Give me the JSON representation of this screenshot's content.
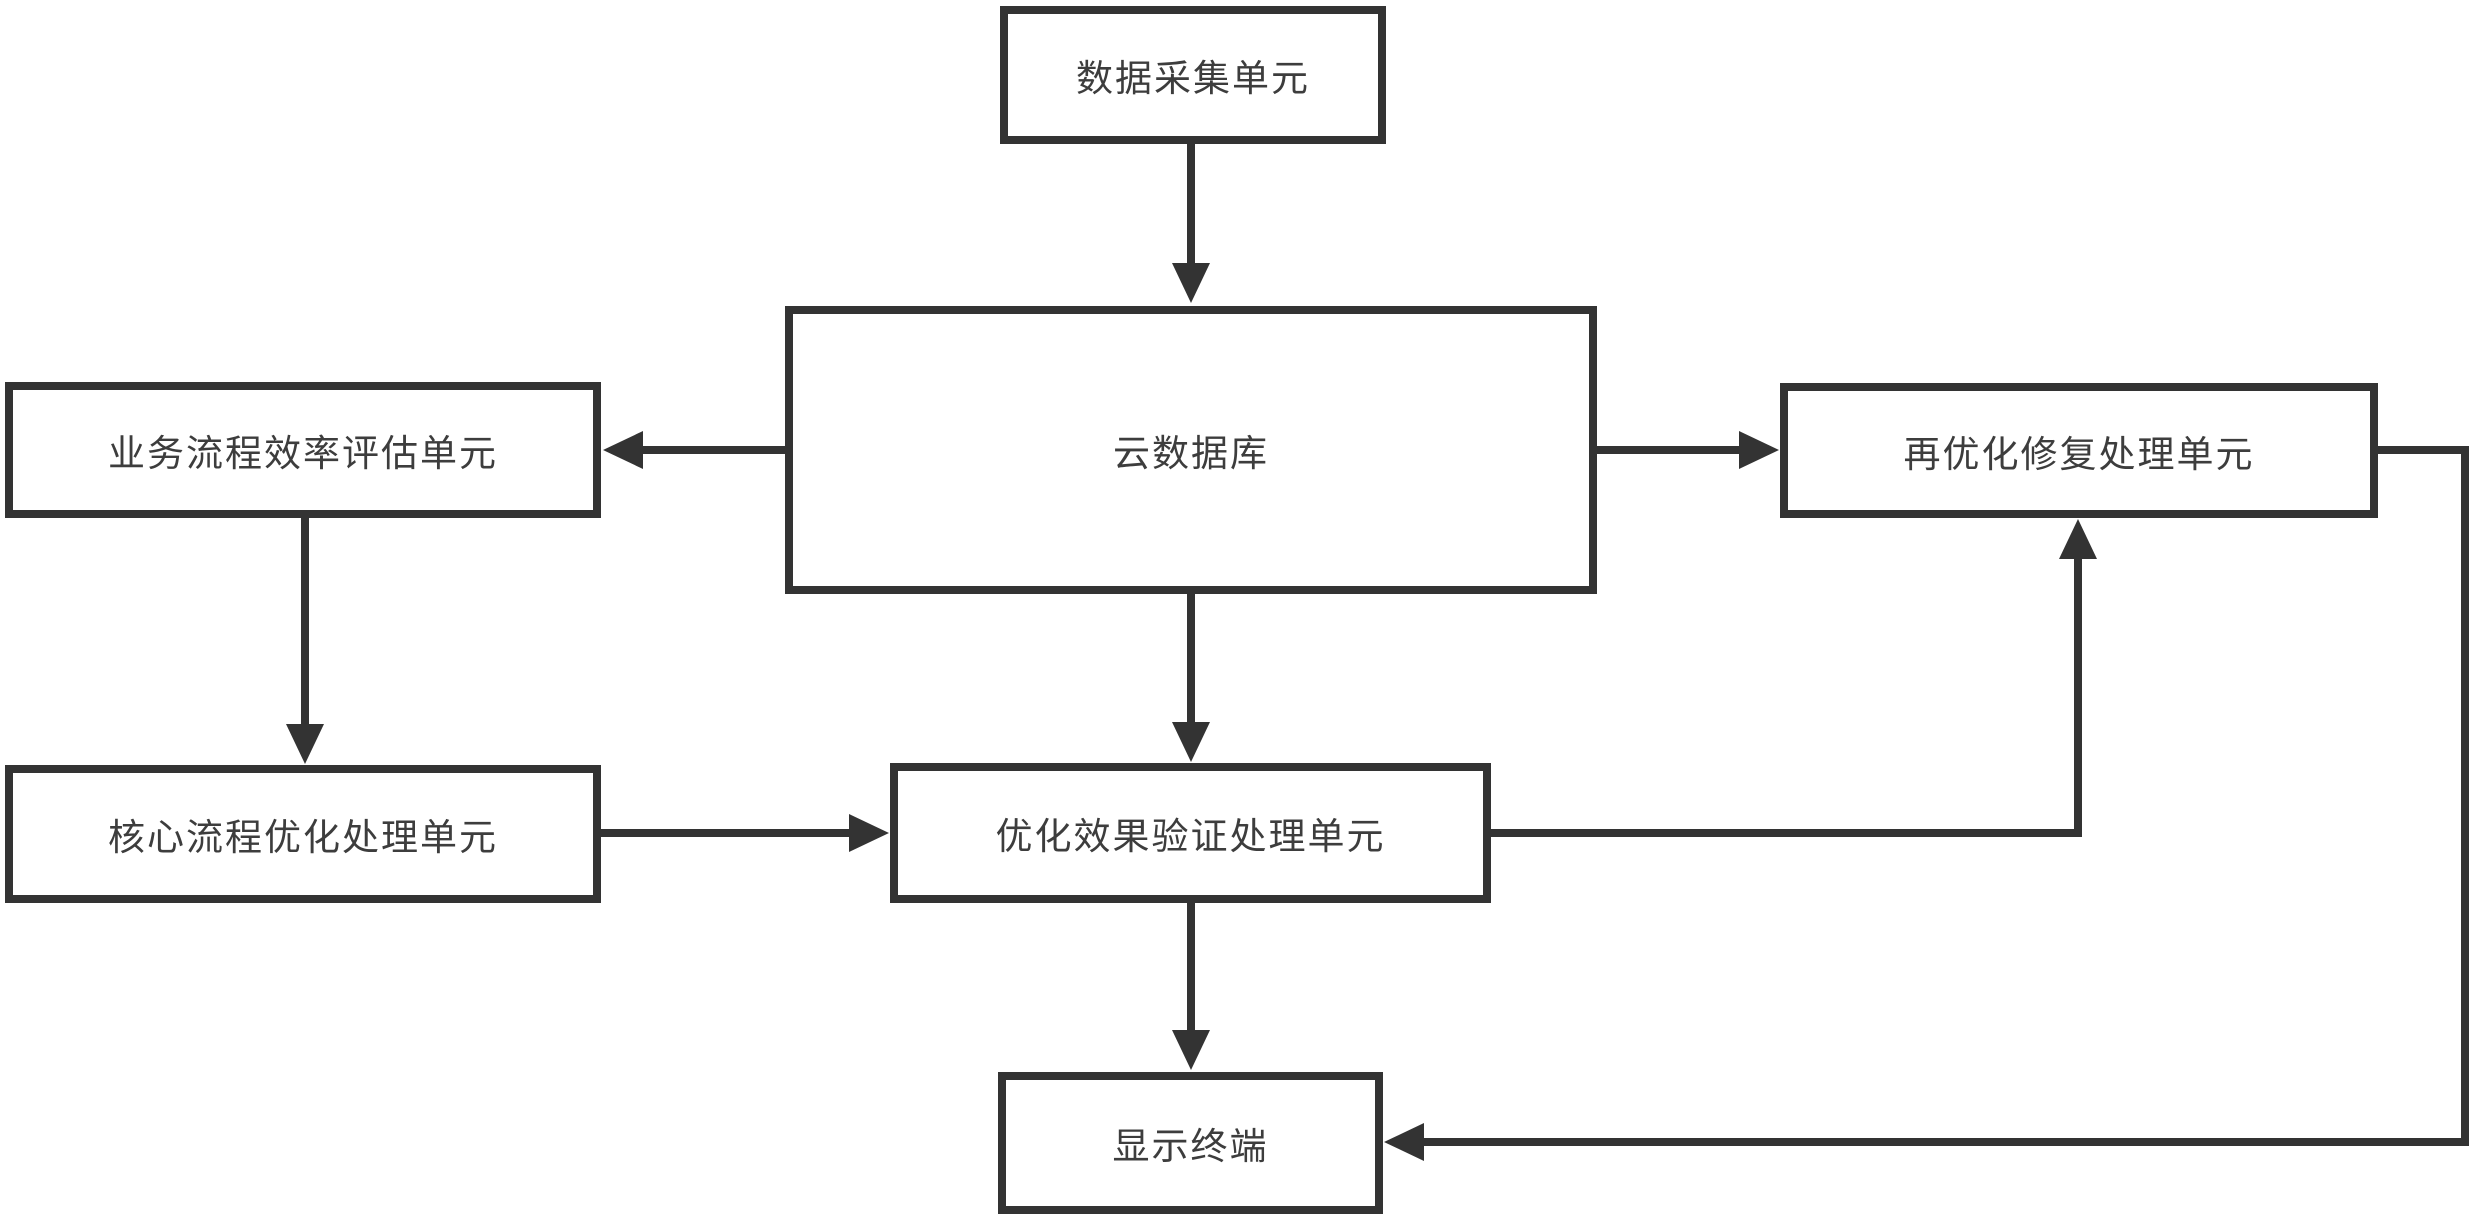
{
  "diagram": {
    "type": "block-flow-diagram",
    "colors": {
      "line": "#333333",
      "node_border": "#333333",
      "text": "#3d3d3d",
      "background": "#ffffff"
    },
    "nodes": [
      {
        "id": "data-collection-unit",
        "label": "数据采集单元"
      },
      {
        "id": "cloud-database",
        "label": "云数据库"
      },
      {
        "id": "process-efficiency-eval-unit",
        "label": "业务流程效率评估单元"
      },
      {
        "id": "reoptimization-repair-unit",
        "label": "再优化修复处理单元"
      },
      {
        "id": "core-process-optimization-unit",
        "label": "核心流程优化处理单元"
      },
      {
        "id": "optimization-verification-unit",
        "label": "优化效果验证处理单元"
      },
      {
        "id": "display-terminal",
        "label": "显示终端"
      }
    ],
    "edges": [
      {
        "from": "数据采集单元",
        "to": "云数据库"
      },
      {
        "from": "云数据库",
        "to": "业务流程效率评估单元"
      },
      {
        "from": "云数据库",
        "to": "再优化修复处理单元"
      },
      {
        "from": "云数据库",
        "to": "优化效果验证处理单元"
      },
      {
        "from": "业务流程效率评估单元",
        "to": "核心流程优化处理单元"
      },
      {
        "from": "核心流程优化处理单元",
        "to": "优化效果验证处理单元"
      },
      {
        "from": "优化效果验证处理单元",
        "to": "再优化修复处理单元"
      },
      {
        "from": "优化效果验证处理单元",
        "to": "显示终端"
      },
      {
        "from": "再优化修复处理单元",
        "to": "显示终端"
      }
    ]
  }
}
